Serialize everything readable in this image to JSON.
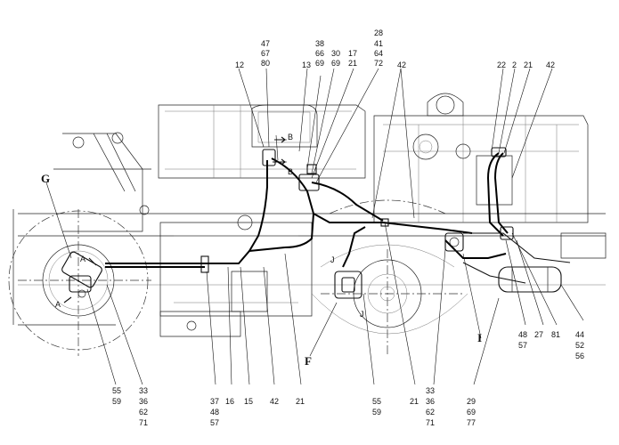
{
  "drawing": {
    "callouts": [
      {
        "text": "12"
      },
      {
        "text": "47"
      },
      {
        "text": "67"
      },
      {
        "text": "80"
      },
      {
        "text": "13"
      },
      {
        "text": "38"
      },
      {
        "text": "66"
      },
      {
        "text": "69"
      },
      {
        "text": "30"
      },
      {
        "text": "69"
      },
      {
        "text": "17"
      },
      {
        "text": "21"
      },
      {
        "text": "28"
      },
      {
        "text": "41"
      },
      {
        "text": "64"
      },
      {
        "text": "72"
      },
      {
        "text": "42"
      },
      {
        "text": "22"
      },
      {
        "text": "2"
      },
      {
        "text": "21"
      },
      {
        "text": "42"
      },
      {
        "text": "B"
      },
      {
        "text": "B"
      },
      {
        "text": "G"
      },
      {
        "text": "A"
      },
      {
        "text": "A"
      },
      {
        "text": "J"
      },
      {
        "text": "J"
      },
      {
        "text": "I"
      },
      {
        "text": "F"
      },
      {
        "text": "48"
      },
      {
        "text": "57"
      },
      {
        "text": "27"
      },
      {
        "text": "81"
      },
      {
        "text": "44"
      },
      {
        "text": "52"
      },
      {
        "text": "56"
      },
      {
        "text": "55"
      },
      {
        "text": "59"
      },
      {
        "text": "33"
      },
      {
        "text": "36"
      },
      {
        "text": "62"
      },
      {
        "text": "71"
      },
      {
        "text": "37"
      },
      {
        "text": "48"
      },
      {
        "text": "57"
      },
      {
        "text": "16"
      },
      {
        "text": "15"
      },
      {
        "text": "42"
      },
      {
        "text": "21"
      },
      {
        "text": "55"
      },
      {
        "text": "59"
      },
      {
        "text": "21"
      },
      {
        "text": "33"
      },
      {
        "text": "36"
      },
      {
        "text": "62"
      },
      {
        "text": "71"
      },
      {
        "text": "29"
      },
      {
        "text": "69"
      },
      {
        "text": "77"
      }
    ]
  }
}
